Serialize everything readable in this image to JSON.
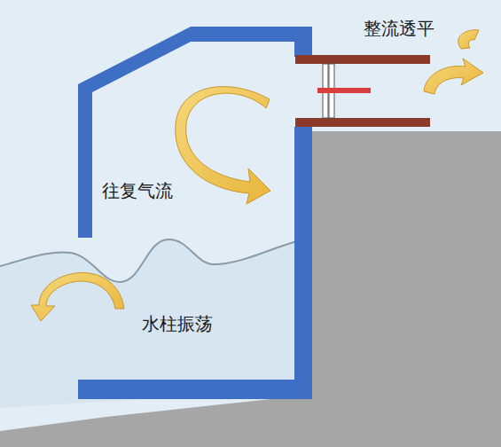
{
  "diagram": {
    "labels": [
      "整流透平",
      "往复气流",
      "水柱振荡"
    ]
  }
}
